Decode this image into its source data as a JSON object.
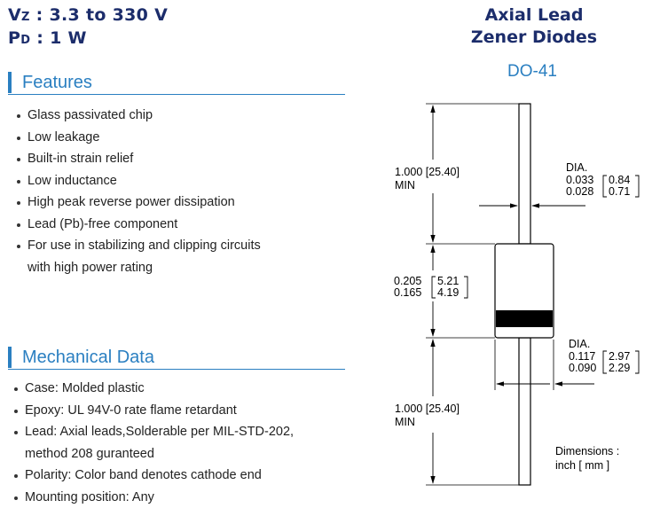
{
  "header": {
    "vz_main": "V",
    "vz_sub": "Z",
    "vz_value": ": 3.3 to 330 V",
    "pd_main": "P",
    "pd_sub": "D",
    "pd_value": ": 1 W",
    "title_line1": "Axial Lead",
    "title_line2": "Zener Diodes",
    "package": "DO-41"
  },
  "features": {
    "heading": "Features",
    "items": [
      "Glass passivated chip",
      "Low leakage",
      "Built-in strain relief",
      "Low inductance",
      "High peak reverse power dissipation",
      "Lead (Pb)-free component",
      "For use in stabilizing and clipping circuits"
    ],
    "continuation": "with high power rating"
  },
  "mechanical": {
    "heading": "Mechanical Data",
    "items": [
      "Case: Molded plastic",
      "Epoxy: UL 94V-0 rate flame retardant",
      "Lead: Axial leads,Solderable per MIL-STD-202,"
    ],
    "continuation": "method 208 guranteed",
    "items_after": [
      "Polarity: Color band denotes cathode end",
      "Mounting position: Any"
    ]
  },
  "drawing": {
    "lead_top_len": "1.000 [25.40]",
    "lead_top_min": "MIN",
    "lead_dia_label": "DIA.",
    "lead_dia_inch_max": "0.033",
    "lead_dia_inch_min": "0.028",
    "lead_dia_mm_max": "0.84",
    "lead_dia_mm_min": "0.71",
    "body_len_inch_max": "0.205",
    "body_len_inch_min": "0.165",
    "body_len_mm_max": "5.21",
    "body_len_mm_min": "4.19",
    "body_dia_label": "DIA.",
    "body_dia_inch_max": "0.117",
    "body_dia_inch_min": "0.090",
    "body_dia_mm_max": "2.97",
    "body_dia_mm_min": "2.29",
    "lead_bottom_len": "1.000 [25.40]",
    "lead_bottom_min": "MIN",
    "dims_note_line1": "Dimensions :",
    "dims_note_line2": "inch [ mm ]"
  }
}
